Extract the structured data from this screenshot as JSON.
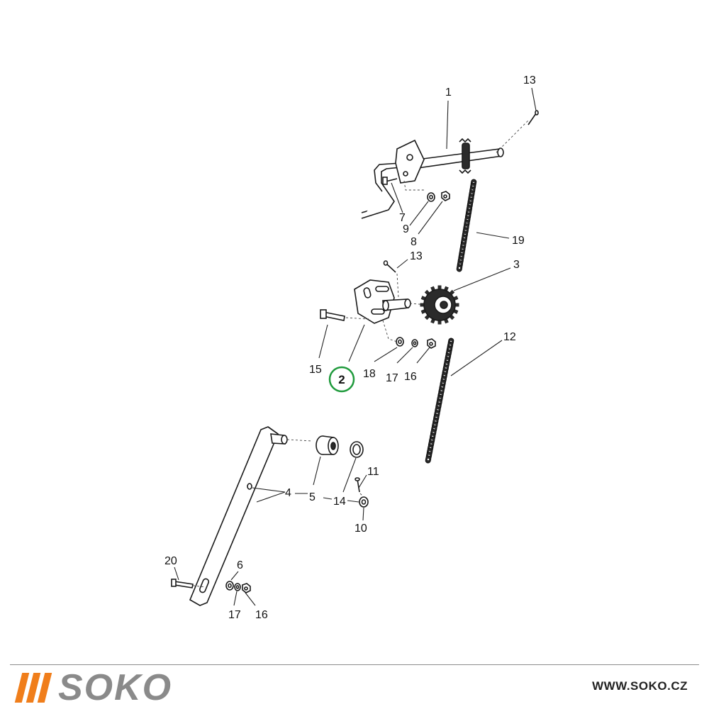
{
  "labels": {
    "l1": "1",
    "l13a": "13",
    "l7": "7",
    "l9": "9",
    "l8": "8",
    "l19": "19",
    "l13b": "13",
    "l3": "3",
    "l15": "15",
    "l2": "2",
    "l18": "18",
    "l17a": "17",
    "l16a": "16",
    "l12": "12",
    "l11": "11",
    "l4": "4",
    "l5": "5",
    "l14": "14",
    "l10": "10",
    "l20": "20",
    "l6": "6",
    "l17b": "17",
    "l16b": "16"
  },
  "highlight": {
    "color": "#1f9a3c"
  },
  "brand": {
    "name": "SOKO",
    "accent": "#f07e1b",
    "name_color": "#8a8a8a",
    "website": "WWW.SOKO.CZ"
  }
}
